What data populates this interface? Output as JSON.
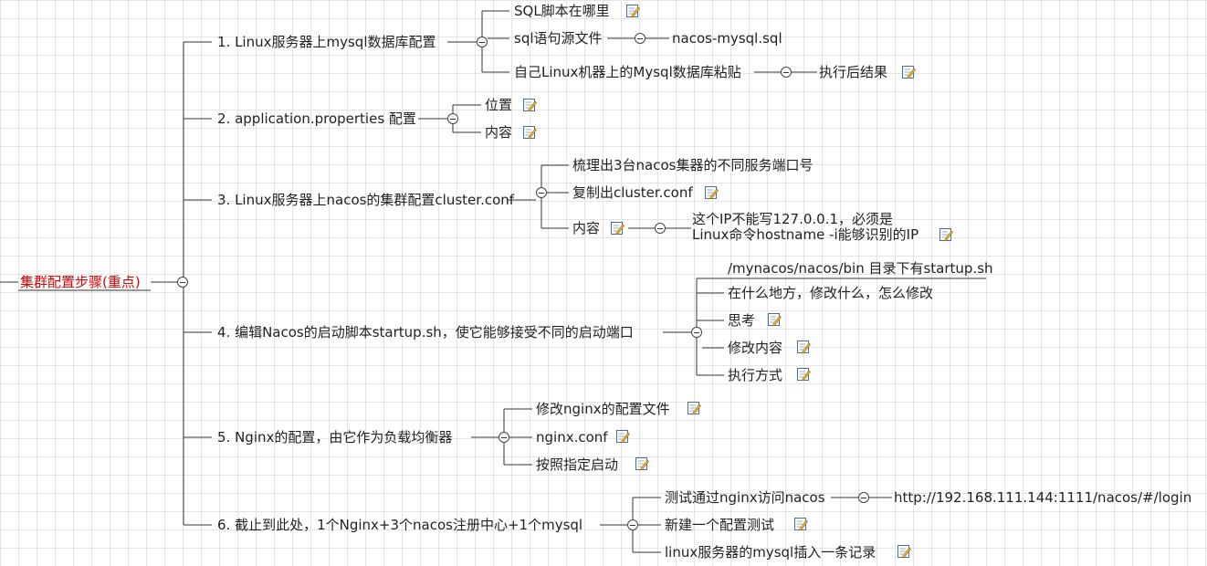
{
  "root": {
    "label": "集群配置步骤(重点)"
  },
  "steps": [
    {
      "label": "1. Linux服务器上mysql数据库配置",
      "children": [
        {
          "label": "SQL脚本在哪里"
        },
        {
          "label": "sql语句源文件",
          "child": "nacos-mysql.sql"
        },
        {
          "label": "自己Linux机器上的Mysql数据库粘贴",
          "child": "执行后结果"
        }
      ]
    },
    {
      "label": "2. application.properties 配置",
      "children": [
        {
          "label": "位置"
        },
        {
          "label": "内容"
        }
      ]
    },
    {
      "label": "3. Linux服务器上nacos的集群配置cluster.conf",
      "children": [
        {
          "label": "梳理出3台nacos集器的不同服务端口号"
        },
        {
          "label": "复制出cluster.conf"
        },
        {
          "label": "内容",
          "child": "这个IP不能写127.0.0.1，必须是\nLinux命令hostname -i能够识别的IP"
        }
      ]
    },
    {
      "label": "4. 编辑Nacos的启动脚本startup.sh，使它能够接受不同的启动端口",
      "children": [
        {
          "label": "/mynacos/nacos/bin 目录下有startup.sh"
        },
        {
          "label": "在什么地方，修改什么，怎么修改"
        },
        {
          "label": "思考"
        },
        {
          "label": "修改内容"
        },
        {
          "label": "执行方式"
        }
      ]
    },
    {
      "label": "5. Nginx的配置，由它作为负载均衡器",
      "children": [
        {
          "label": "修改nginx的配置文件"
        },
        {
          "label": "nginx.conf"
        },
        {
          "label": "按照指定启动"
        }
      ]
    },
    {
      "label": "6. 截止到此处，1个Nginx+3个nacos注册中心+1个mysql",
      "children": [
        {
          "label": "测试通过nginx访问nacos",
          "child": "http://192.168.111.144:1111/nacos/#/login"
        },
        {
          "label": "新建一个配置测试"
        },
        {
          "label": "linux服务器的mysql插入一条记录"
        }
      ]
    }
  ],
  "colors": {
    "root_text": "#e00000",
    "line": "#333333",
    "grid": "#e4e4e4"
  }
}
